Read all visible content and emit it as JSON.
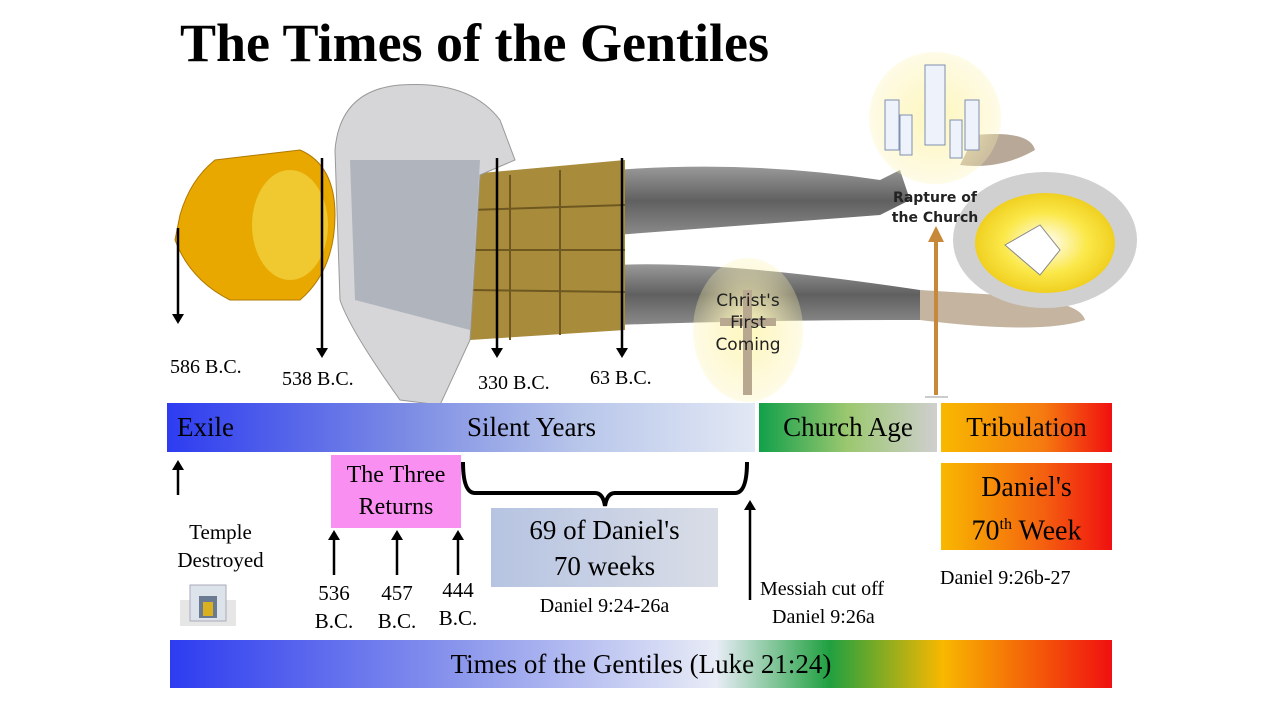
{
  "title": "The Times of the Gentiles",
  "statue": {
    "first_coming": [
      "Christ's",
      "First",
      "Coming"
    ],
    "rapture": [
      "Rapture of",
      "the Church"
    ]
  },
  "dates_top": [
    "586 B.C.",
    "538 B.C.",
    "330 B.C.",
    "63 B.C."
  ],
  "bars": {
    "exile": "Exile",
    "silent": "Silent Years",
    "church": "Church Age",
    "tribulation": "Tribulation"
  },
  "temple": [
    "Temple",
    "Destroyed"
  ],
  "returns": {
    "box": [
      "The Three",
      "Returns"
    ],
    "dates": [
      [
        "536",
        "B.C."
      ],
      [
        "457",
        "B.C."
      ],
      [
        "444",
        "B.C."
      ]
    ]
  },
  "weeks69": {
    "box": [
      "69 of Daniel's",
      "70 weeks"
    ],
    "ref": "Daniel 9:24-26a"
  },
  "messiah": [
    "Messiah cut off",
    "Daniel 9:26a"
  ],
  "week70": {
    "line1": "Daniel's",
    "num": "70",
    "sup": "th",
    "word": " Week",
    "ref": "Daniel 9:26b-27"
  },
  "bottom": "Times of the Gentiles (Luke 21:24)",
  "colors": {
    "pink": "#f98ff0",
    "blue": "#2d3cf0",
    "green": "#12a04a",
    "orange": "#f8b800",
    "red": "#f01010",
    "gold": "#e8a800"
  }
}
